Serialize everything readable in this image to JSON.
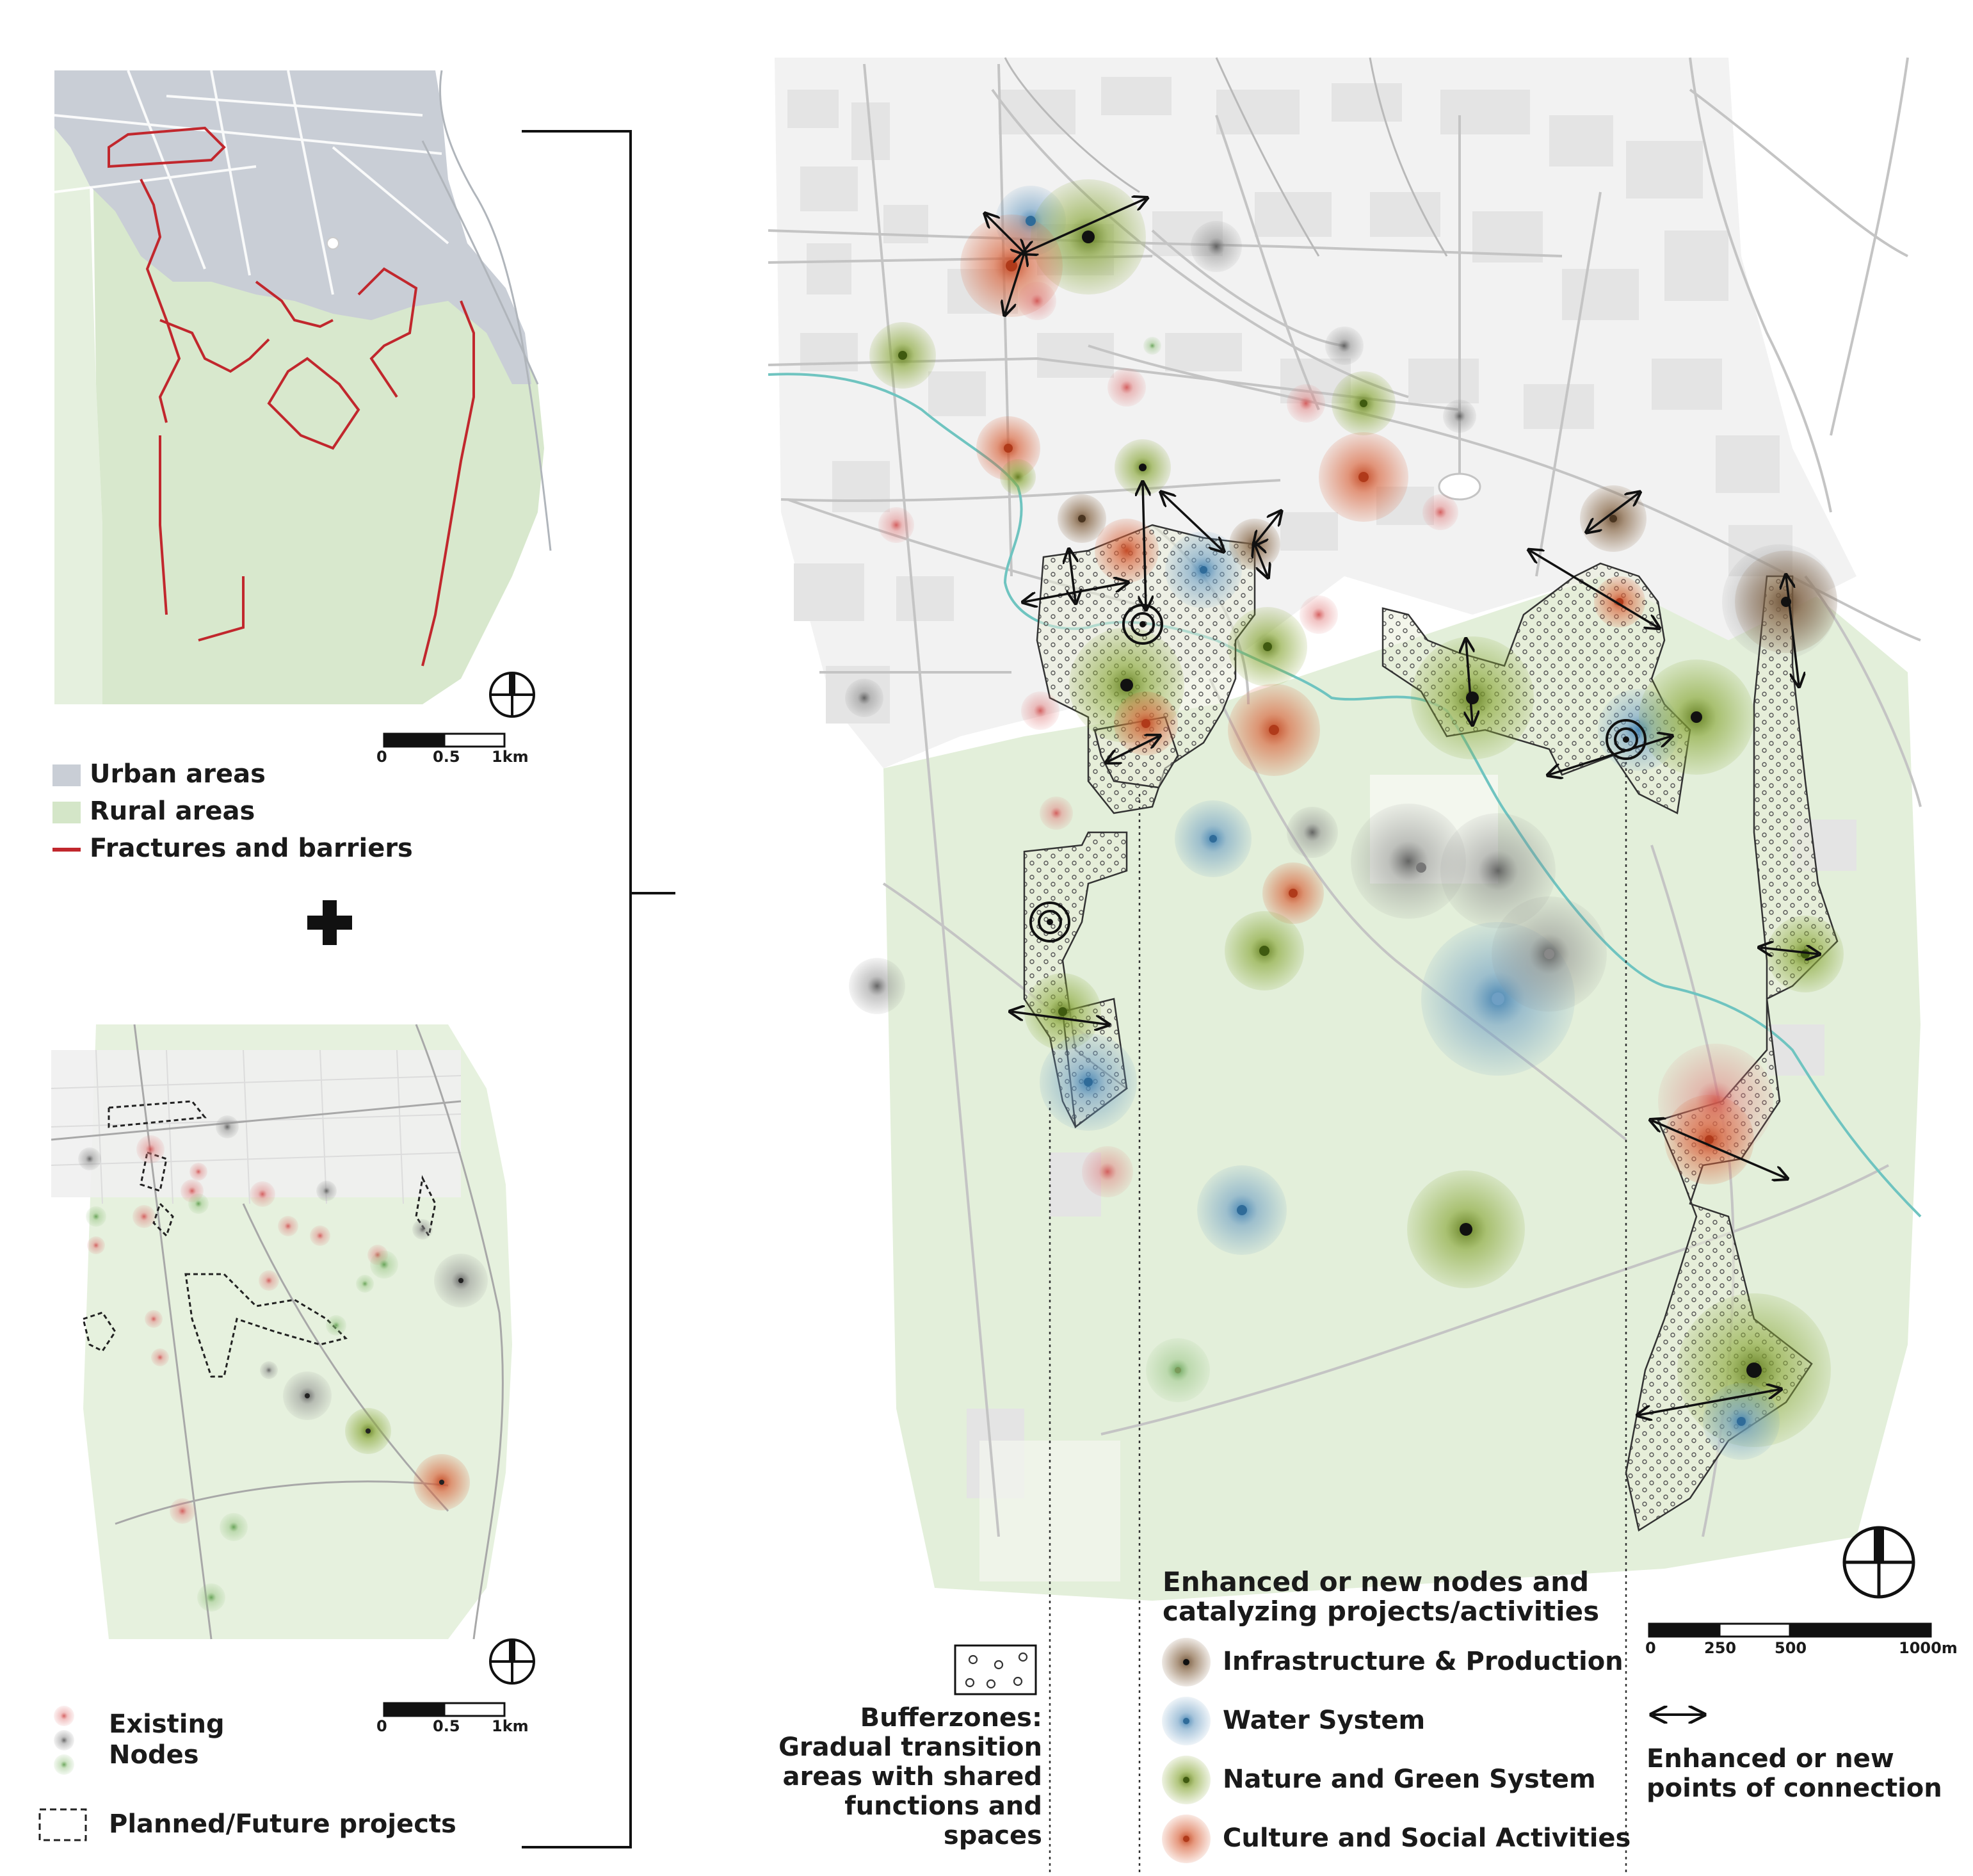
{
  "top_map": {
    "legend": [
      {
        "label": "Urban areas",
        "color": "#c9ced6",
        "kind": "swatch"
      },
      {
        "label": "Rural areas",
        "color": "#d4e6c8",
        "kind": "swatch"
      },
      {
        "label": "Fractures and barriers",
        "color": "#c1272d",
        "kind": "line"
      }
    ],
    "scale": {
      "ticks": [
        "0",
        "0.5",
        "1km"
      ]
    },
    "compass": "north-arrow-icon"
  },
  "operator": "plus-icon",
  "bottom_map": {
    "legend": {
      "nodes_label_1": "Existing",
      "nodes_label_2": "Nodes",
      "planned_label": "Planned/Future projects"
    },
    "node_colors": [
      "#e07a7a",
      "#8a8a8a",
      "#8fbf7a"
    ],
    "scale": {
      "ticks": [
        "0",
        "0.5",
        "1km"
      ]
    },
    "compass": "north-arrow-icon"
  },
  "main_map": {
    "legend_title_1": "Enhanced or new nodes and",
    "legend_title_2": "catalyzing projects/activities",
    "categories": [
      {
        "label": "Infrastructure & Production",
        "color": "#8a6a4a"
      },
      {
        "label": "Water System",
        "color": "#6f9fc4"
      },
      {
        "label": "Nature and Green System",
        "color": "#8aa83a"
      },
      {
        "label": "Culture and Social Activities",
        "color": "#d9643c"
      }
    ],
    "bufferzones": {
      "lines": [
        "Bufferzones:",
        "Gradual transition",
        "areas with shared",
        "functions and",
        "spaces"
      ]
    },
    "connection": {
      "lines": [
        "Enhanced or new",
        "points of connection"
      ]
    },
    "scale": {
      "ticks": [
        "0",
        "250",
        "500",
        "1000m"
      ]
    },
    "compass": "north-arrow-icon"
  }
}
